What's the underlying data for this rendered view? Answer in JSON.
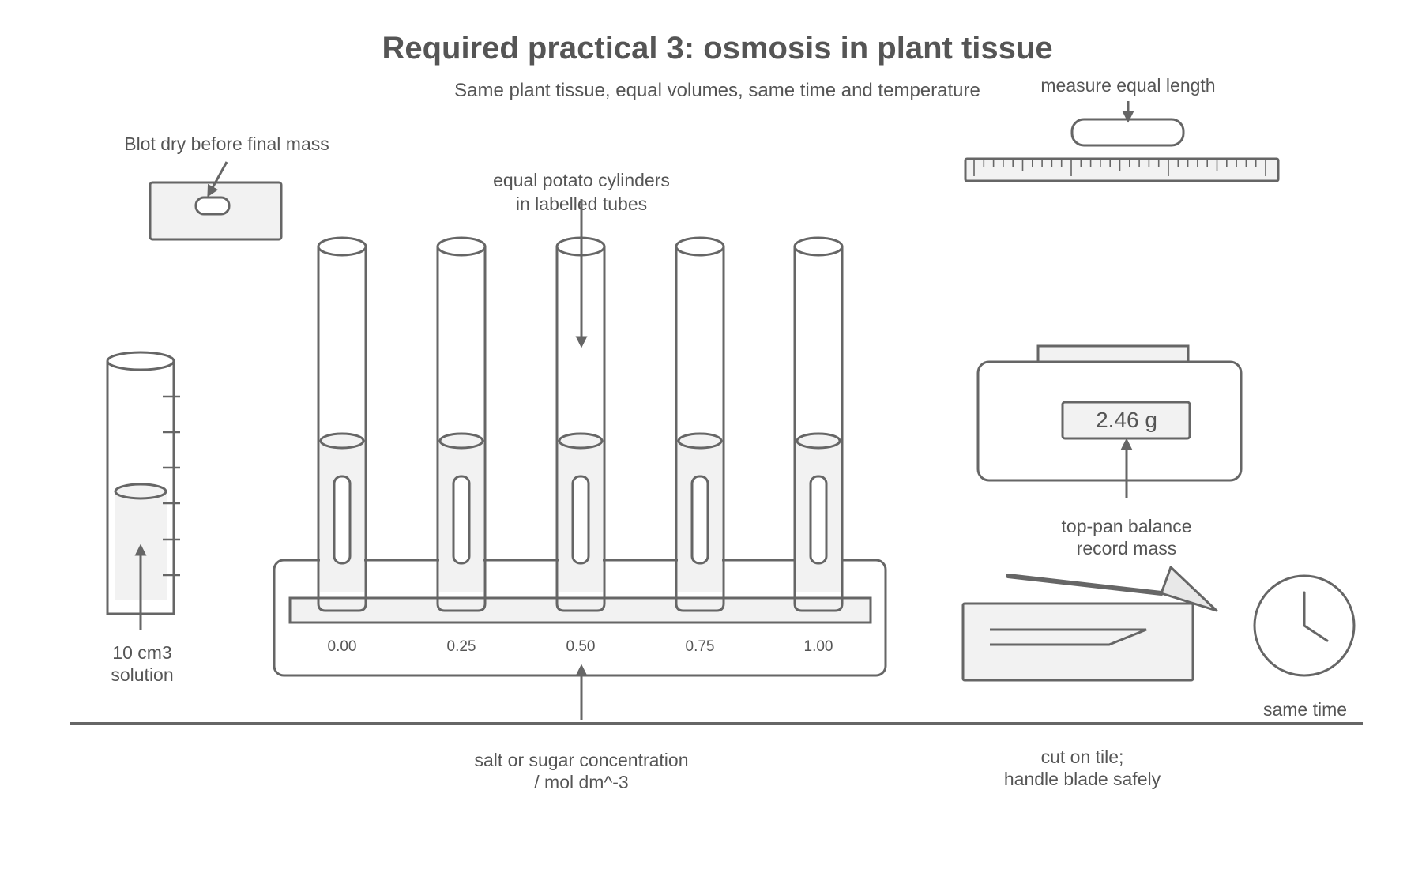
{
  "title": "Required practical 3: osmosis in plant tissue",
  "subtitle": "Same plant tissue, equal volumes, same time and temperature",
  "labels": {
    "blot": "Blot dry before final mass",
    "cylinders_line1": "equal potato cylinders",
    "cylinders_line2": "in labelled tubes",
    "measure": "measure equal length",
    "cylinder_volume_line1": "10 cm3",
    "cylinder_volume_line2": "solution",
    "concentration_line1": "salt or sugar concentration",
    "concentration_line2": "/ mol dm^-3",
    "balance_line1": "top-pan balance",
    "balance_line2": "record mass",
    "same_time": "same time",
    "tile_line1": "cut on tile;",
    "tile_line2": "handle blade safely"
  },
  "balance_reading": "2.46 g",
  "tube_concentrations": [
    "0.00",
    "0.25",
    "0.50",
    "0.75",
    "1.00"
  ],
  "colors": {
    "ink": "#666666",
    "text": "#555555",
    "liquid": "#f2f2f2"
  }
}
